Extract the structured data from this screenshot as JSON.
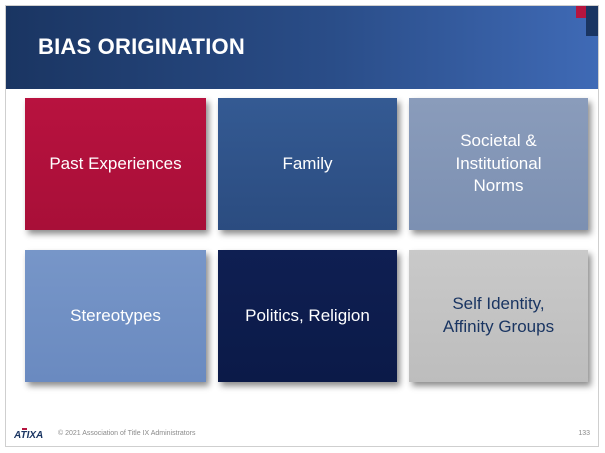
{
  "slide": {
    "title": "BIAS ORIGINATION",
    "tiles": [
      {
        "lines": [
          "Past Experiences"
        ],
        "color": "#b5123e"
      },
      {
        "lines": [
          "Family"
        ],
        "color": "#2f5288"
      },
      {
        "lines": [
          "Societal &",
          "Institutional",
          "Norms"
        ],
        "color": "#8294b5"
      },
      {
        "lines": [
          "Stereotypes"
        ],
        "color": "#6f8fc4"
      },
      {
        "lines": [
          "Politics, Religion"
        ],
        "color": "#0d1d4c"
      },
      {
        "lines": [
          "Self Identity,",
          "Affinity Groups"
        ],
        "color": "#c3c3c3"
      }
    ]
  },
  "footer": {
    "logo_text": "ATIXA",
    "copyright": "© 2021 Association of Title IX Administrators",
    "page_number": "133"
  },
  "colors": {
    "header_dark": "#1a3562",
    "header_light": "#3f6ab6",
    "accent_red": "#b5153f"
  }
}
